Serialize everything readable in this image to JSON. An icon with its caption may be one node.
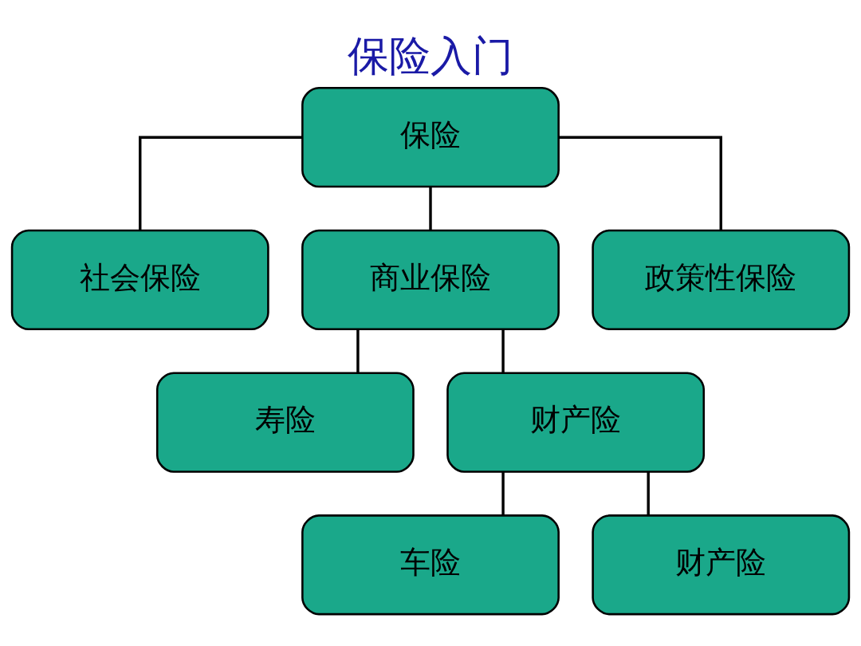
{
  "diagram": {
    "title": "保险入门",
    "nodes": [
      {
        "text": [
          "保险"
        ]
      },
      {
        "text": [
          "社会保险"
        ]
      },
      {
        "text": [
          "商业保险"
        ]
      },
      {
        "text": [
          "政策性保险"
        ]
      },
      {
        "text": [
          "寿险"
        ]
      },
      {
        "text": [
          "财产险"
        ]
      },
      {
        "text": [
          "车险"
        ]
      },
      {
        "text": [
          "财产险"
        ]
      }
    ],
    "edges": [
      {
        "from": 0,
        "to": 1,
        "arrow": "none"
      },
      {
        "from": 0,
        "to": 2,
        "arrow": "none"
      },
      {
        "from": 0,
        "to": 3,
        "arrow": "none"
      },
      {
        "from": 2,
        "to": 4,
        "arrow": "none"
      },
      {
        "from": 2,
        "to": 5,
        "arrow": "none"
      },
      {
        "from": 5,
        "to": 6,
        "arrow": "none"
      },
      {
        "from": 5,
        "to": 7,
        "arrow": "none"
      }
    ]
  }
}
